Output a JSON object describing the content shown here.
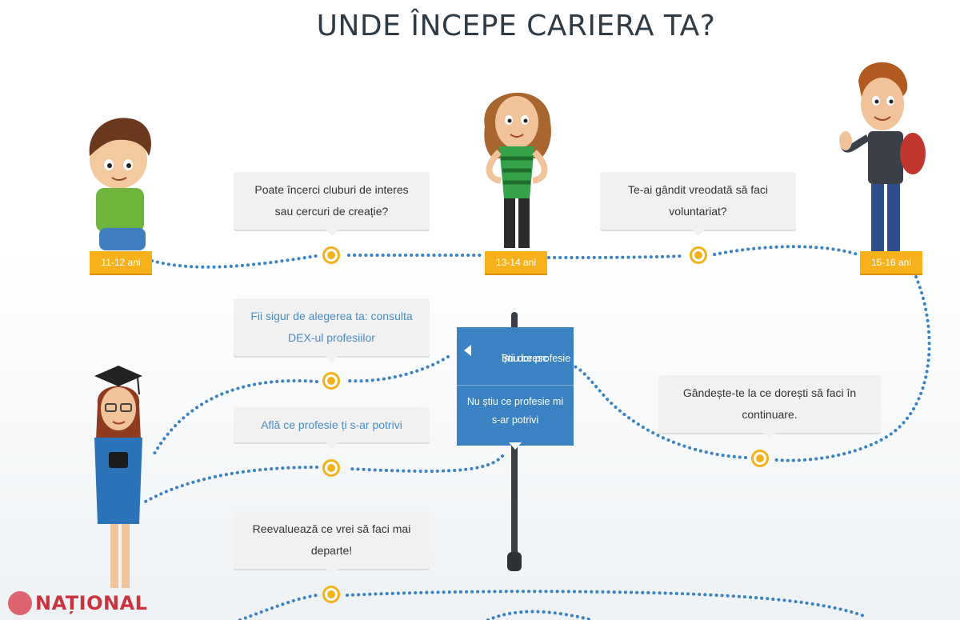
{
  "title": "UNDE ÎNCEPE CARIERA TA?",
  "ages": {
    "a1": "11-12 ani",
    "a2": "13-14 ani",
    "a3": "15-16 ani"
  },
  "bubbles": {
    "clubs": [
      "Poate încerci cluburi de interes",
      "sau cercuri de creație?"
    ],
    "volunteer": [
      "Te-ai gândit vreodată să faci",
      "voluntariat?"
    ],
    "dex": [
      "Fii sigur de alegerea ta: consulta",
      "DEX-ul profesiilor"
    ],
    "find": [
      "Află ce profesie ți s-ar potrivi"
    ],
    "think": [
      "Gândește-te la ce dorești să faci în",
      "continuare."
    ],
    "reeval": [
      "Reevaluează ce vrei să faci mai",
      "departe!"
    ]
  },
  "decision": {
    "yes": [
      "Știu ce profesie",
      "îmi doresc"
    ],
    "no": [
      "Nu știu ce profesie mi",
      "s-ar potrivi"
    ]
  },
  "logo": "NAȚIONAL",
  "colors": {
    "accent": "#f2b21c",
    "path": "#3a82c1",
    "decision": "#3a82c1",
    "link": "#4a8cc4"
  }
}
